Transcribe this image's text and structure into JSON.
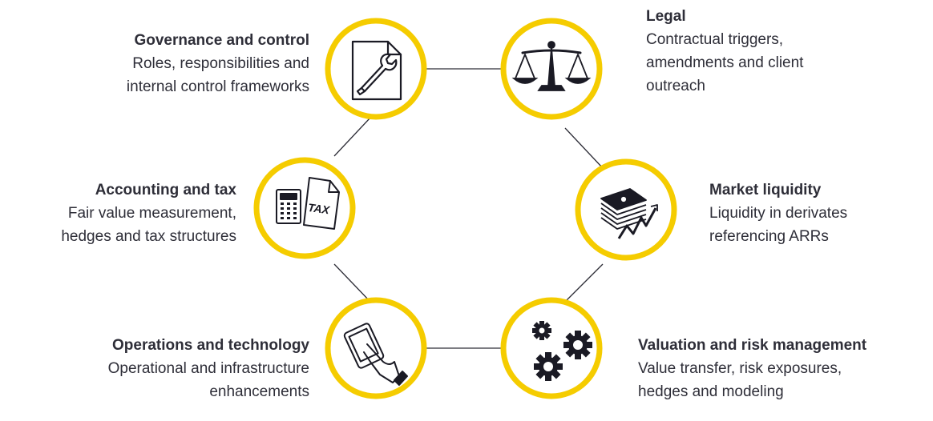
{
  "diagram": {
    "accent_color": "#FFE600",
    "ring_color": "#F5CC00",
    "line_color": "#2e2e38",
    "icon_color": "#1a1a24",
    "nodes": [
      {
        "id": "governance",
        "icon": "document-wrench-icon",
        "title": "Governance and control",
        "lines": [
          "Roles, responsibilities and",
          "internal control frameworks"
        ]
      },
      {
        "id": "legal",
        "icon": "scales-icon",
        "title": "Legal",
        "lines": [
          "Contractual triggers,",
          "amendments and client",
          "outreach"
        ]
      },
      {
        "id": "accounting",
        "icon": "calculator-tax-icon",
        "title": "Accounting and tax",
        "lines": [
          "Fair value measurement,",
          "hedges and tax structures"
        ],
        "tax_label": "TAX"
      },
      {
        "id": "liquidity",
        "icon": "money-chart-icon",
        "title": "Market liquidity",
        "lines": [
          "Liquidity in derivates",
          "referencing ARRs"
        ]
      },
      {
        "id": "operations",
        "icon": "tablet-touch-icon",
        "title": "Operations and technology",
        "lines": [
          "Operational and infrastructure",
          "enhancements"
        ]
      },
      {
        "id": "valuation",
        "icon": "gears-icon",
        "title": "Valuation and risk management",
        "lines": [
          "Value transfer, risk exposures,",
          "hedges and modeling"
        ]
      }
    ]
  }
}
